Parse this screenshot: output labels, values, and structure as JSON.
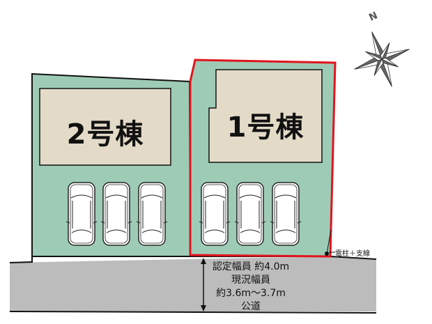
{
  "buildings": [
    {
      "label": "2号棟"
    },
    {
      "label": "1号棟"
    }
  ],
  "road": {
    "line1": "認定幅員 約4.0m",
    "line2": "現況幅員",
    "line3": "約3.6m～3.7m",
    "line4": "公道"
  },
  "pole_label": "電柱＋支線",
  "compass": {
    "label": "N",
    "icon": "compass-rose-icon"
  },
  "colors": {
    "lot": "#9ecbb6",
    "building": "#e3dac8",
    "road": "#bcbcbc",
    "boundary": "#e0141e"
  }
}
